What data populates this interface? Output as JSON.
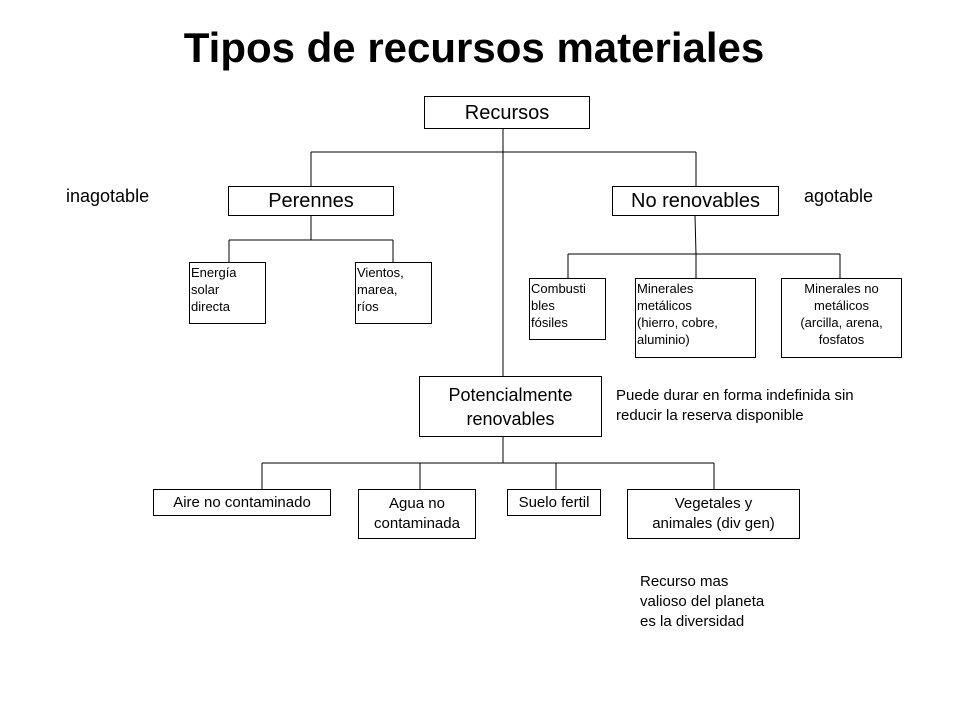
{
  "title": "Tipos de recursos materiales",
  "root": {
    "label": "Recursos"
  },
  "perennes": {
    "label": "Perennes",
    "side_label": "inagotable",
    "children": [
      "Energía\nsolar\ndirecta",
      "Vientos,\nmarea,\nríos"
    ]
  },
  "no_renovables": {
    "label": "No renovables",
    "side_label": "agotable",
    "children": [
      "Combusti\nbles\nfósiles",
      "Minerales\nmetálicos\n(hierro, cobre,\naluminio)",
      "Minerales no\nmetálicos\n(arcilla, arena,\nfosfatos"
    ]
  },
  "potencialmente": {
    "label": "Potencialmente\nrenovables",
    "note": "Puede durar en forma indefinida sin\nreducir la reserva disponible",
    "children": [
      "Aire no contaminado",
      "Agua no\ncontaminada",
      "Suelo fertil",
      "Vegetales y\nanimales (div gen)"
    ]
  },
  "diversity_note": "Recurso mas\nvalioso del planeta\nes la diversidad"
}
